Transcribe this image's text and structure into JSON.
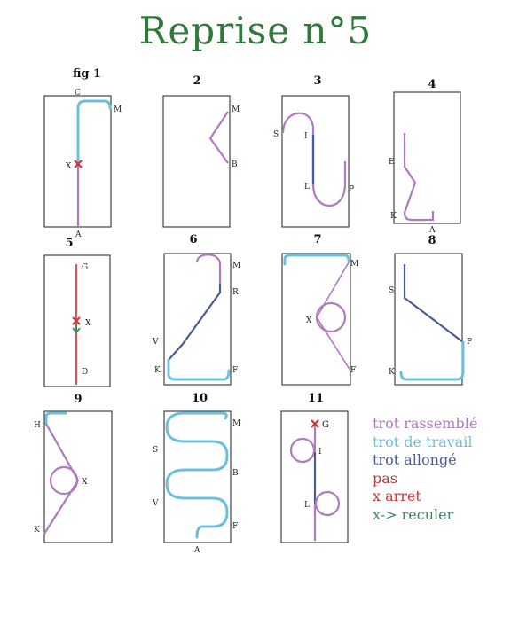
{
  "title": "Reprise n°5",
  "figures": [
    {
      "id": "1",
      "label": "fig 1",
      "markers": [
        "C",
        "M",
        "X",
        "A"
      ]
    },
    {
      "id": "2",
      "label": "2",
      "markers": [
        "M",
        "B"
      ]
    },
    {
      "id": "3",
      "label": "3",
      "markers": [
        "S",
        "I",
        "L",
        "P"
      ]
    },
    {
      "id": "4",
      "label": "4",
      "markers": [
        "E",
        "K",
        "A"
      ]
    },
    {
      "id": "5",
      "label": "5",
      "markers": [
        "G",
        "X",
        "D"
      ]
    },
    {
      "id": "6",
      "label": "6",
      "markers": [
        "M",
        "R",
        "V",
        "K",
        "F"
      ]
    },
    {
      "id": "7",
      "label": "7",
      "markers": [
        "M",
        "X",
        "F"
      ]
    },
    {
      "id": "8",
      "label": "8",
      "markers": [
        "S",
        "P",
        "K"
      ]
    },
    {
      "id": "9",
      "label": "9",
      "markers": [
        "H",
        "X",
        "K"
      ]
    },
    {
      "id": "10",
      "label": "10",
      "markers": [
        "M",
        "S",
        "B",
        "V",
        "F",
        "A"
      ]
    },
    {
      "id": "11",
      "label": "11",
      "markers": [
        "G",
        "I",
        "L"
      ]
    }
  ],
  "legend": [
    {
      "label": "trot rassemblé",
      "color": "#b07ac0"
    },
    {
      "label": "trot de travail",
      "color": "#6cc0dc"
    },
    {
      "label": "trot allongé",
      "color": "#4a5c94"
    },
    {
      "label": "pas",
      "color": "#b03a3a"
    },
    {
      "label": "x arret",
      "color": "#c83a3a"
    },
    {
      "label": "x-> reculer",
      "color": "#3a8a5a"
    }
  ],
  "colors": {
    "title": "#2f7a3a",
    "rassemble": "#b07ac0",
    "travail": "#6cc0dc",
    "allonge": "#4a5c94",
    "pas": "#d05a5a"
  }
}
